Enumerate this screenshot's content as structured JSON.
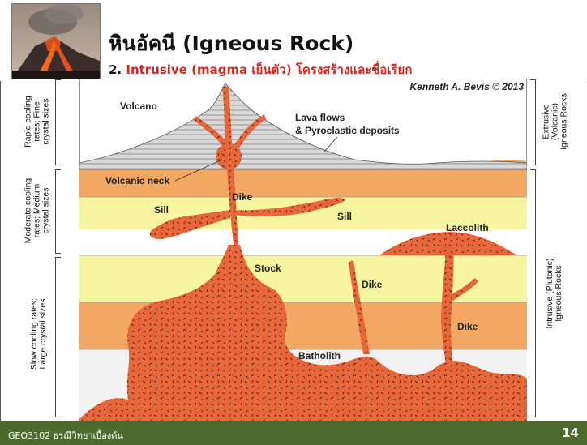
{
  "slide": {
    "title": "หินอัคนี (Igneous Rock)",
    "subtitle_prefix": "2. ",
    "subtitle_highlight": "Intrusive (magma เย็นตัว) โครงสร้างและชื่อเรียก"
  },
  "diagram": {
    "credit": "Kenneth A. Bevis © 2013",
    "labels": {
      "volcano": "Volcano",
      "lava_flows_1": "Lava flows",
      "lava_flows_2": "& Pyroclastic deposits",
      "volcanic_neck": "Volcanic neck",
      "dike_upper": "Dike",
      "sill_left": "Sill",
      "sill_right": "Sill",
      "laccolith": "Laccolith",
      "stock": "Stock",
      "dike_middle": "Dike",
      "dike_right": "Dike",
      "batholith": "Batholith"
    },
    "left_annotations": {
      "rapid_1": "Rapid cooling",
      "rapid_2": "rates; Fine",
      "rapid_3": "crystal sizes",
      "moderate_1": "Moderate cooling",
      "moderate_2": "rates; Medium",
      "moderate_3": "crystal sizes",
      "slow_1": "Slow cooling rates;",
      "slow_2": "Large crystal sizes"
    },
    "right_annotations": {
      "extrusive_1": "Extrusive",
      "extrusive_2": "(Volcanic)",
      "extrusive_3": "Igneous Rocks",
      "intrusive_1": "Intrusive (Plutonic)",
      "intrusive_2": "Igneous Rocks"
    }
  },
  "footer": {
    "course": "GEO3102 ธรณีวิทยาเบื้องต้น",
    "page_number": "14"
  },
  "colors": {
    "magma": "#e8673a",
    "footer_bg": "#4e6b2e",
    "subtitle_red": "#d8251d",
    "layer_orange": "#f2a862",
    "layer_yellow": "#f7f5a0"
  }
}
